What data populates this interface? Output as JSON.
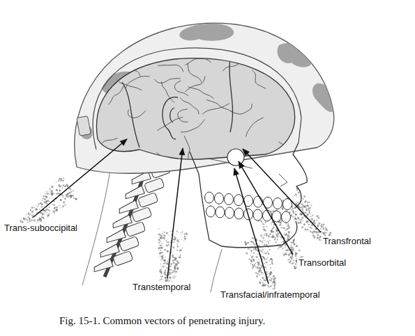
{
  "diagram": {
    "caption": "Fig. 15-1. Common vectors of penetrating injury.",
    "labels": [
      "Trans-suboccipital",
      "Transtemporal",
      "Transfacial/infratemporal",
      "Transorbital",
      "Transfrontal"
    ]
  }
}
